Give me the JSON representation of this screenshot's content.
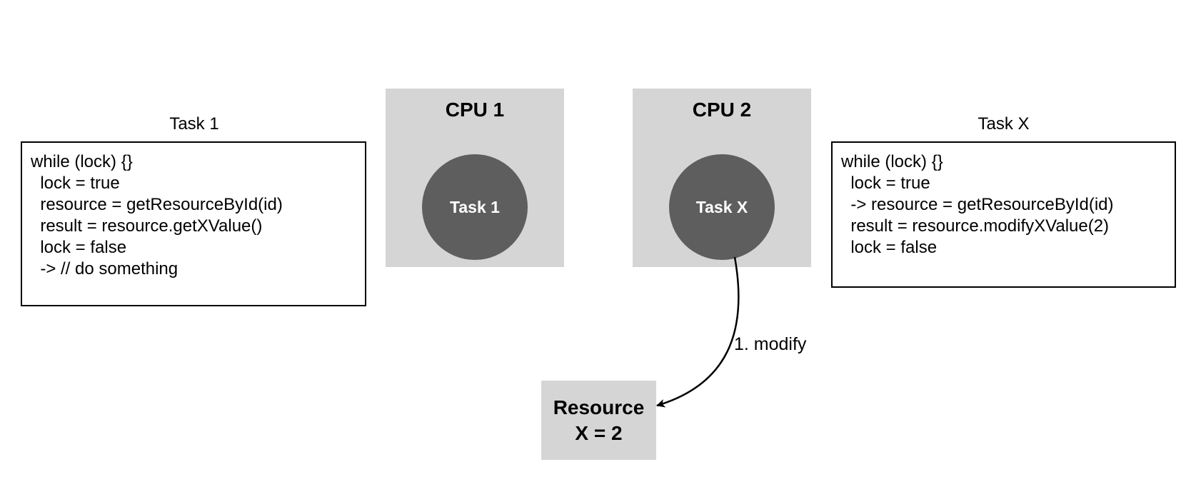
{
  "task_left": {
    "title": "Task 1",
    "code": [
      "while (lock) {}",
      "  lock = true",
      "  resource = getResourceById(id)",
      "  result = resource.getXValue()",
      "  lock = false",
      "  -> // do something"
    ]
  },
  "cpu1": {
    "title": "CPU 1",
    "task_label": "Task 1"
  },
  "cpu2": {
    "title": "CPU 2",
    "task_label": "Task X"
  },
  "task_right": {
    "title": "Task X",
    "code": [
      "while (lock) {}",
      "  lock = true",
      "  -> resource = getResourceById(id)",
      "  result = resource.modifyXValue(2)",
      "  lock = false"
    ]
  },
  "resource": {
    "line1": "Resource",
    "line2": "X = 2"
  },
  "edge": {
    "label": "1. modify"
  },
  "colors": {
    "box_fill": "#d5d5d5",
    "circle_fill": "#5e5e5e",
    "stroke": "#000000"
  }
}
